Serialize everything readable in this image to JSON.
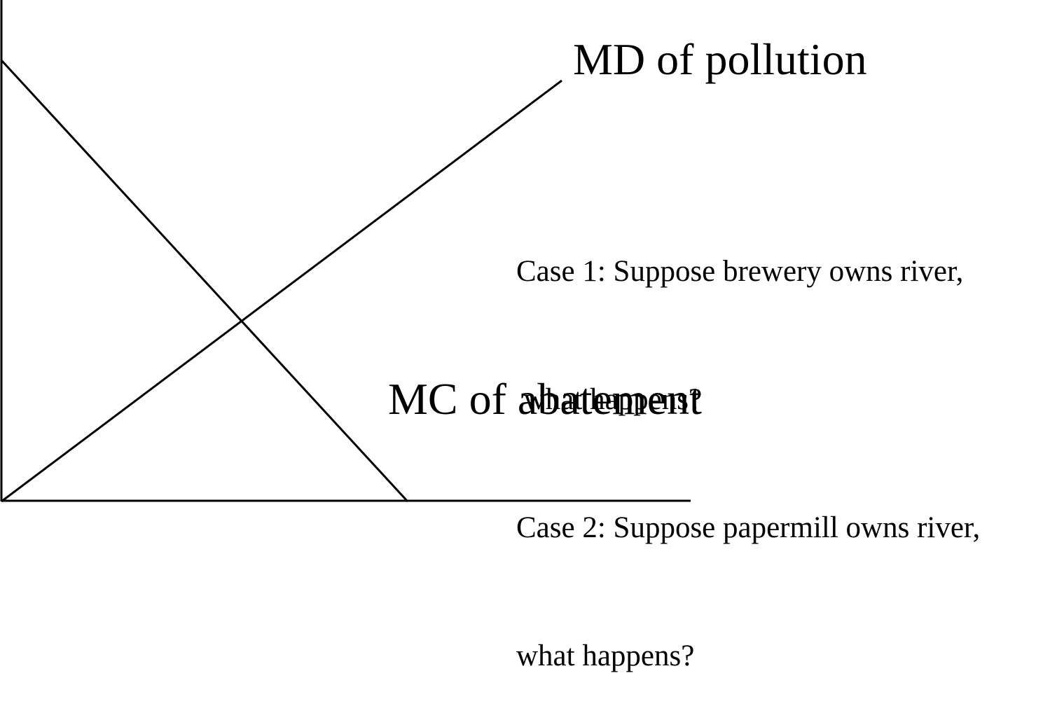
{
  "diagram": {
    "curves": {
      "md_label": "MD of pollution",
      "mc_label": "MC of abatement"
    },
    "cases": [
      "Case 1: Suppose brewery owns river,",
      " what happens?",
      "Case 2: Suppose papermill owns river,",
      "what happens?"
    ],
    "colors": {
      "line": "#000000",
      "text": "#000000",
      "background": "#ffffff"
    }
  }
}
